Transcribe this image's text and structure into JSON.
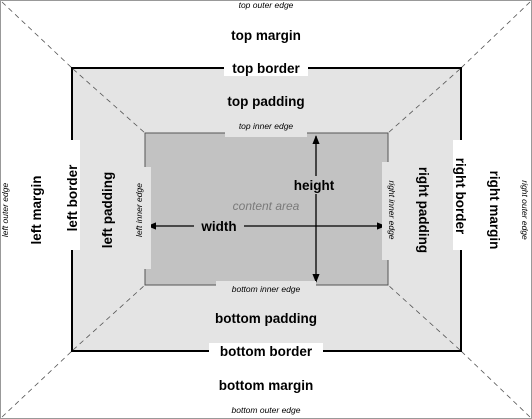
{
  "diagram": {
    "labels": {
      "top_outer_edge": "top outer edge",
      "top_margin": "top margin",
      "top_border": "top border",
      "top_padding": "top padding",
      "top_inner_edge": "top inner edge",
      "content_area": "content area",
      "height": "height",
      "width": "width",
      "bottom_inner_edge": "bottom inner edge",
      "bottom_padding": "bottom padding",
      "bottom_border": "bottom border",
      "bottom_margin": "bottom margin",
      "bottom_outer_edge": "bottom outer edge",
      "left_outer_edge": "left outer edge",
      "left_margin": "left margin",
      "left_border": "left border",
      "left_padding": "left padding",
      "left_inner_edge": "left inner edge",
      "right_inner_edge": "right inner edge",
      "right_padding": "right padding",
      "right_border": "right border",
      "right_margin": "right margin",
      "right_outer_edge": "right outer edge"
    },
    "colors": {
      "background": "#ffffff",
      "padding_fill": "#e4e4e4",
      "content_fill": "#c2c2c2",
      "border": "#000000",
      "content_label": "#7a7a7a",
      "diagonal": "#555555"
    }
  }
}
